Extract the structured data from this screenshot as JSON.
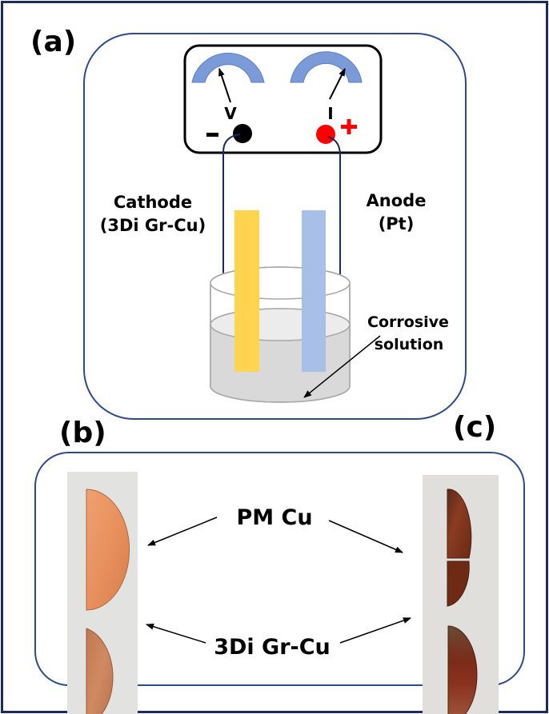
{
  "figure": {
    "panels": {
      "a": {
        "label": "(a)",
        "meter": {
          "voltage_label": "V",
          "current_label": "I",
          "negative_sign": "−",
          "positive_sign": "+",
          "negative_terminal_color": "#000000",
          "positive_terminal_color": "#ff0000",
          "gauge_color": "#7b9ad8"
        },
        "cathode": {
          "line1": "Cathode",
          "line2": "(3Di Gr-Cu)",
          "color": "#ffd54f"
        },
        "anode": {
          "line1": "Anode",
          "line2": "(Pt)",
          "color": "#a8bfe8"
        },
        "solution": {
          "line1": "Corrosive",
          "line2": "solution",
          "color": "#d9d9d9"
        },
        "wire_color": "#1a2a5e"
      },
      "b": {
        "label": "(b)"
      },
      "c": {
        "label": "(c)"
      },
      "samples": {
        "pm_cu_label": "PM Cu",
        "gr_cu_label": "3Di Gr-Cu"
      }
    },
    "border_color": "#1d2a5c",
    "panel_border_color": "#2c4a8c"
  }
}
